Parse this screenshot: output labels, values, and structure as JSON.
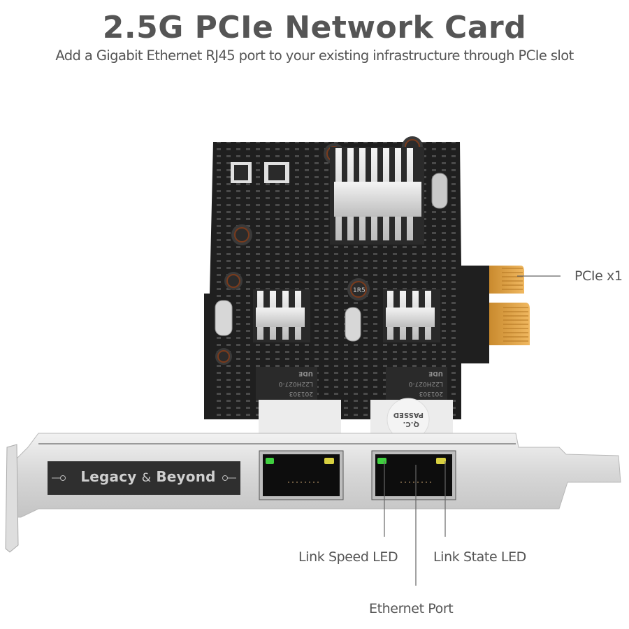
{
  "header": {
    "title": "2.5G PCIe Network Card",
    "subtitle": "Add a Gigabit Ethernet RJ45 port to your existing infrastructure through PCIe slot"
  },
  "product": {
    "brand_label": {
      "part1": "Legacy",
      "amp": "&",
      "part2": "Beyond"
    },
    "qc_sticker": {
      "line1": "Q.C.",
      "line2": "PASSED"
    },
    "chip_markings": {
      "vendor": "UDE",
      "model": "L22H027-0",
      "code": "201303"
    },
    "inductor_marking": "1R5",
    "port_count": 2,
    "led_colors": {
      "link_speed": "#3fcf3f",
      "link_state": "#d8d040"
    }
  },
  "callouts": {
    "pcie": "PCIe x1",
    "link_speed_led": "Link Speed LED",
    "link_state_led": "Link State LED",
    "ethernet_port": "Ethernet Port"
  },
  "colors": {
    "text": "#555555",
    "pcb": "#1e1e1e",
    "gold_contacts": "#e0a040",
    "bracket": "#d9d9d9",
    "heatsink": "#e6e6e6"
  }
}
